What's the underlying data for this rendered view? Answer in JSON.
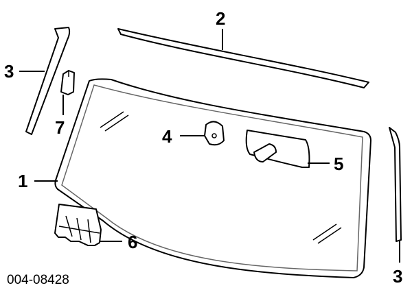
{
  "diagram": {
    "drawing_code": "004-08428",
    "callouts": {
      "c1": "1",
      "c2": "2",
      "c3_left": "3",
      "c3_right": "3",
      "c4": "4",
      "c5": "5",
      "c6": "6",
      "c7": "7"
    }
  }
}
